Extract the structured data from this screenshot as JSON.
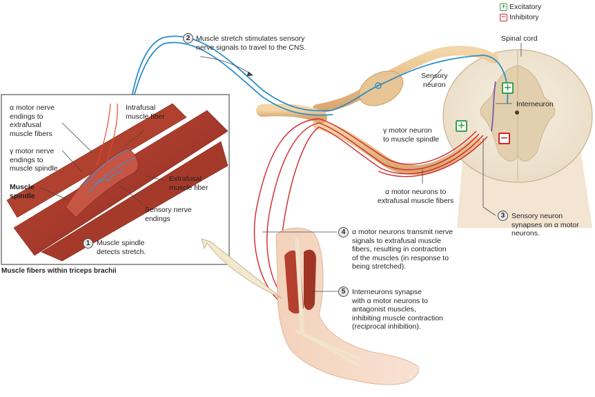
{
  "legend": {
    "excitatory": "Excitatory",
    "inhibitory": "Inhibitory",
    "plus": "+",
    "minus": "−"
  },
  "labels": {
    "spinal_cord": "Spinal cord",
    "sensory_neuron": [
      "Sensory",
      "neuron"
    ],
    "interneuron": "Interneuron",
    "gamma_motor_neuron": [
      "γ motor neuron",
      "to muscle spindle"
    ],
    "alpha_motor_neurons": [
      "α motor neurons to",
      "extrafusal muscle fibers"
    ],
    "alpha_nerve_endings": [
      "α motor nerve",
      "endings to",
      "extrafusal",
      "muscle fibers"
    ],
    "gamma_nerve_endings": [
      "γ motor nerve",
      "endings to",
      "muscle spindle"
    ],
    "muscle_spindle": [
      "Muscle",
      "spindle"
    ],
    "intrafusal_fiber": [
      "Intrafusal",
      "muscle fiber"
    ],
    "extrafusal_fiber": [
      "Extrafusal",
      "muscle fiber"
    ],
    "sensory_endings": [
      "Sensory nerve",
      "endings"
    ],
    "inset_caption": "Muscle fibers within triceps brachii"
  },
  "steps": [
    {
      "num": "1",
      "lines": [
        "Muscle spindle",
        "detects stretch."
      ]
    },
    {
      "num": "2",
      "lines": [
        "Muscle stretch stimulates sensory",
        "nerve signals to travel to the CNS."
      ]
    },
    {
      "num": "3",
      "lines": [
        "Sensory neuron",
        "synapses on α motor",
        "neurons."
      ]
    },
    {
      "num": "4",
      "lines": [
        "α motor neurons transmit nerve",
        "signals to extrafusal muscle",
        "fibers, resulting in contraction",
        "of the muscles (in response to",
        "being stretched)."
      ]
    },
    {
      "num": "5",
      "lines": [
        "Interneurons synapse",
        "with α motor neurons to",
        "antagonist muscles,",
        "inhibiting muscle contraction",
        "(reciprocal inhibition)."
      ]
    }
  ],
  "colors": {
    "excitatory": "#3aa04a",
    "inhibitory": "#d2232a",
    "sensory": "#2b8fc6",
    "motor": "#d2232a",
    "nerve": "#e3bd8c",
    "muscle": "#a8392b"
  }
}
